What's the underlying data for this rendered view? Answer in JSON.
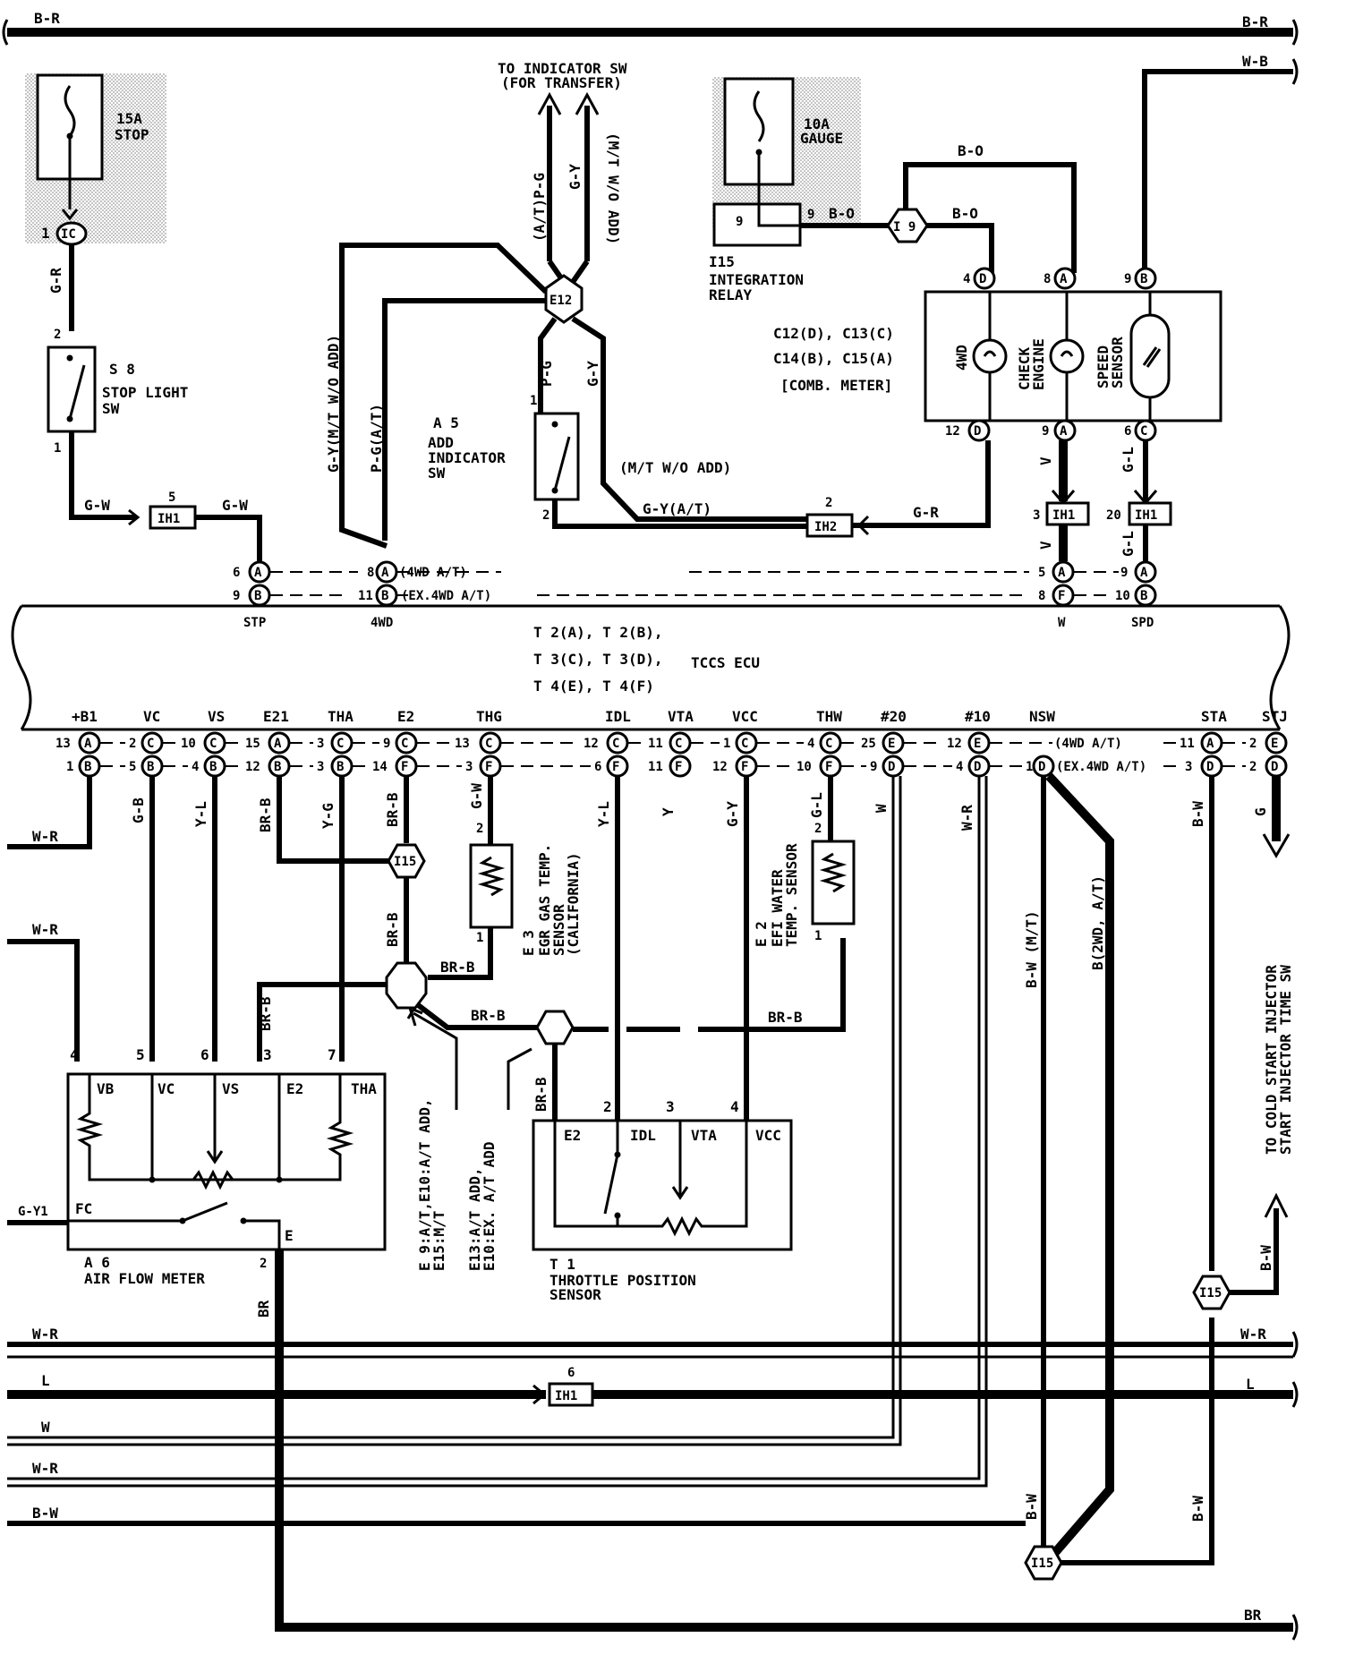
{
  "power": {
    "br_left": "B-R",
    "br_right": "B-R",
    "wb": "W-B",
    "fuse_stop_amp": "15A",
    "fuse_stop_name": "STOP",
    "fuse_gauge_amp": "10A",
    "fuse_gauge_name": "GAUGE",
    "pin_1": "1",
    "ic_label": "IC"
  },
  "indicator": {
    "title_line1": "TO INDICATOR SW",
    "title_line2": "(FOR TRANSFER)"
  },
  "wires": {
    "gr": "G-R",
    "gw": "G-W",
    "bo": "B-O",
    "pg": "P-G",
    "gy": "G-Y",
    "at_pg": "(A/T)P-G",
    "mt_wo_add": "(M/T W/O ADD)",
    "gy_at": "G-Y(A/T)",
    "gy_mt": "G-Y(M/T W/O ADD)",
    "pg_at": "P-G(A/T)",
    "v": "V",
    "gl": "G-L",
    "gb": "G-B",
    "yl": "Y-L",
    "brb": "BR-B",
    "yg": "Y-G",
    "gw_e": "G-W",
    "y": "Y",
    "gy_v": "G-Y",
    "w": "W",
    "wr": "W-R",
    "bw": "B-W",
    "br": "BR",
    "l": "L",
    "g": "G",
    "gy1": "G-Y1",
    "bw_mt": "B-W (M/T)",
    "b_2wd": "B(2WD, A/T)"
  },
  "components": {
    "s8": {
      "id": "S 8",
      "line1": "STOP LIGHT",
      "line2": "SW"
    },
    "a5": {
      "id": "A 5",
      "line1": "ADD",
      "line2": "INDICATOR",
      "line3": "SW"
    },
    "i15_relay": {
      "id": "I15",
      "line1": "INTEGRATION",
      "line2": "RELAY",
      "pin": "9"
    },
    "meter": {
      "conn_line1": "C12(D), C13(C)",
      "conn_line2": "C14(B), C15(A)",
      "name": "[COMB. METER]",
      "lamp1": "4WD",
      "lamp2_l1": "CHECK",
      "lamp2_l2": "ENGINE",
      "sens_l1": "SPEED",
      "sens_l2": "SENSOR"
    },
    "ecu": {
      "conn_line1": "T 2(A), T 2(B),",
      "conn_line2": "T 3(C), T 3(D),",
      "conn_line3": "T 4(E), T 4(F)",
      "name": "TCCS ECU",
      "top_stp": "STP",
      "top_4wd": "4WD",
      "top_w": "W",
      "top_spd": "SPD",
      "note_4wd_at": "(4WD A/T)",
      "note_ex_4wd_at": "(EX.4WD A/T)",
      "terminals": [
        "+B1",
        "VC",
        "VS",
        "E21",
        "THA",
        "E2",
        "THG",
        "IDL",
        "VTA",
        "VCC",
        "THW",
        "#20",
        "#10",
        "NSW",
        "STA",
        "STJ"
      ]
    },
    "a6": {
      "id": "A 6",
      "name": "AIR FLOW METER",
      "t_vb": "VB",
      "t_vc": "VC",
      "t_vs": "VS",
      "t_e2": "E2",
      "t_tha": "THA",
      "t_fc": "FC",
      "t_e": "E"
    },
    "t1": {
      "id": "T 1",
      "line1": "THROTTLE POSITION",
      "line2": "SENSOR",
      "t_e2": "E2",
      "t_idl": "IDL",
      "t_vta": "VTA",
      "t_vcc": "VCC"
    },
    "e3": {
      "id": "E 3",
      "line1": "EGR GAS TEMP.",
      "line2": "SENSOR",
      "line3": "(CALIFORNIA)"
    },
    "e2s": {
      "id": "E 2",
      "line1": "EFI WATER",
      "line2": "TEMP. SENSOR"
    },
    "jb_notes": {
      "n1_l1": "E 9:A/T,E10:A/T ADD,",
      "n1_l2": "E15:M/T",
      "n2_l1": "E13:A/T ADD,",
      "n2_l2": "E10:EX. A/T ADD"
    },
    "cold_start": {
      "line1": "TO COLD START INJECTOR",
      "line2": "START INJECTOR TIME SW"
    },
    "connectors": {
      "ih1": "IH1",
      "ih2": "IH2",
      "e12": "E12",
      "i9": "I 9",
      "i15": "I15"
    }
  }
}
